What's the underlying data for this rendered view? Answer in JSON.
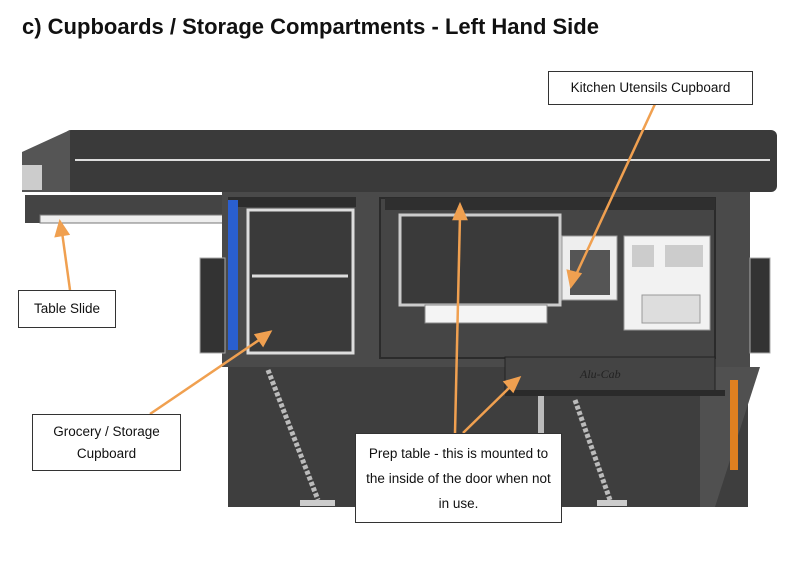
{
  "title": "c)  Cupboards / Storage Compartments - Left Hand Side",
  "callouts": {
    "kitchen": "Kitchen Utensils Cupboard",
    "table_slide": "Table Slide",
    "grocery": "Grocery / Storage Cupboard",
    "prep": "Prep table - this is mounted to the inside of the door when not in use."
  },
  "logo_text": "Alu-Cab",
  "colors": {
    "arrow": "#f0a050",
    "body": "#3c3c3c"
  }
}
